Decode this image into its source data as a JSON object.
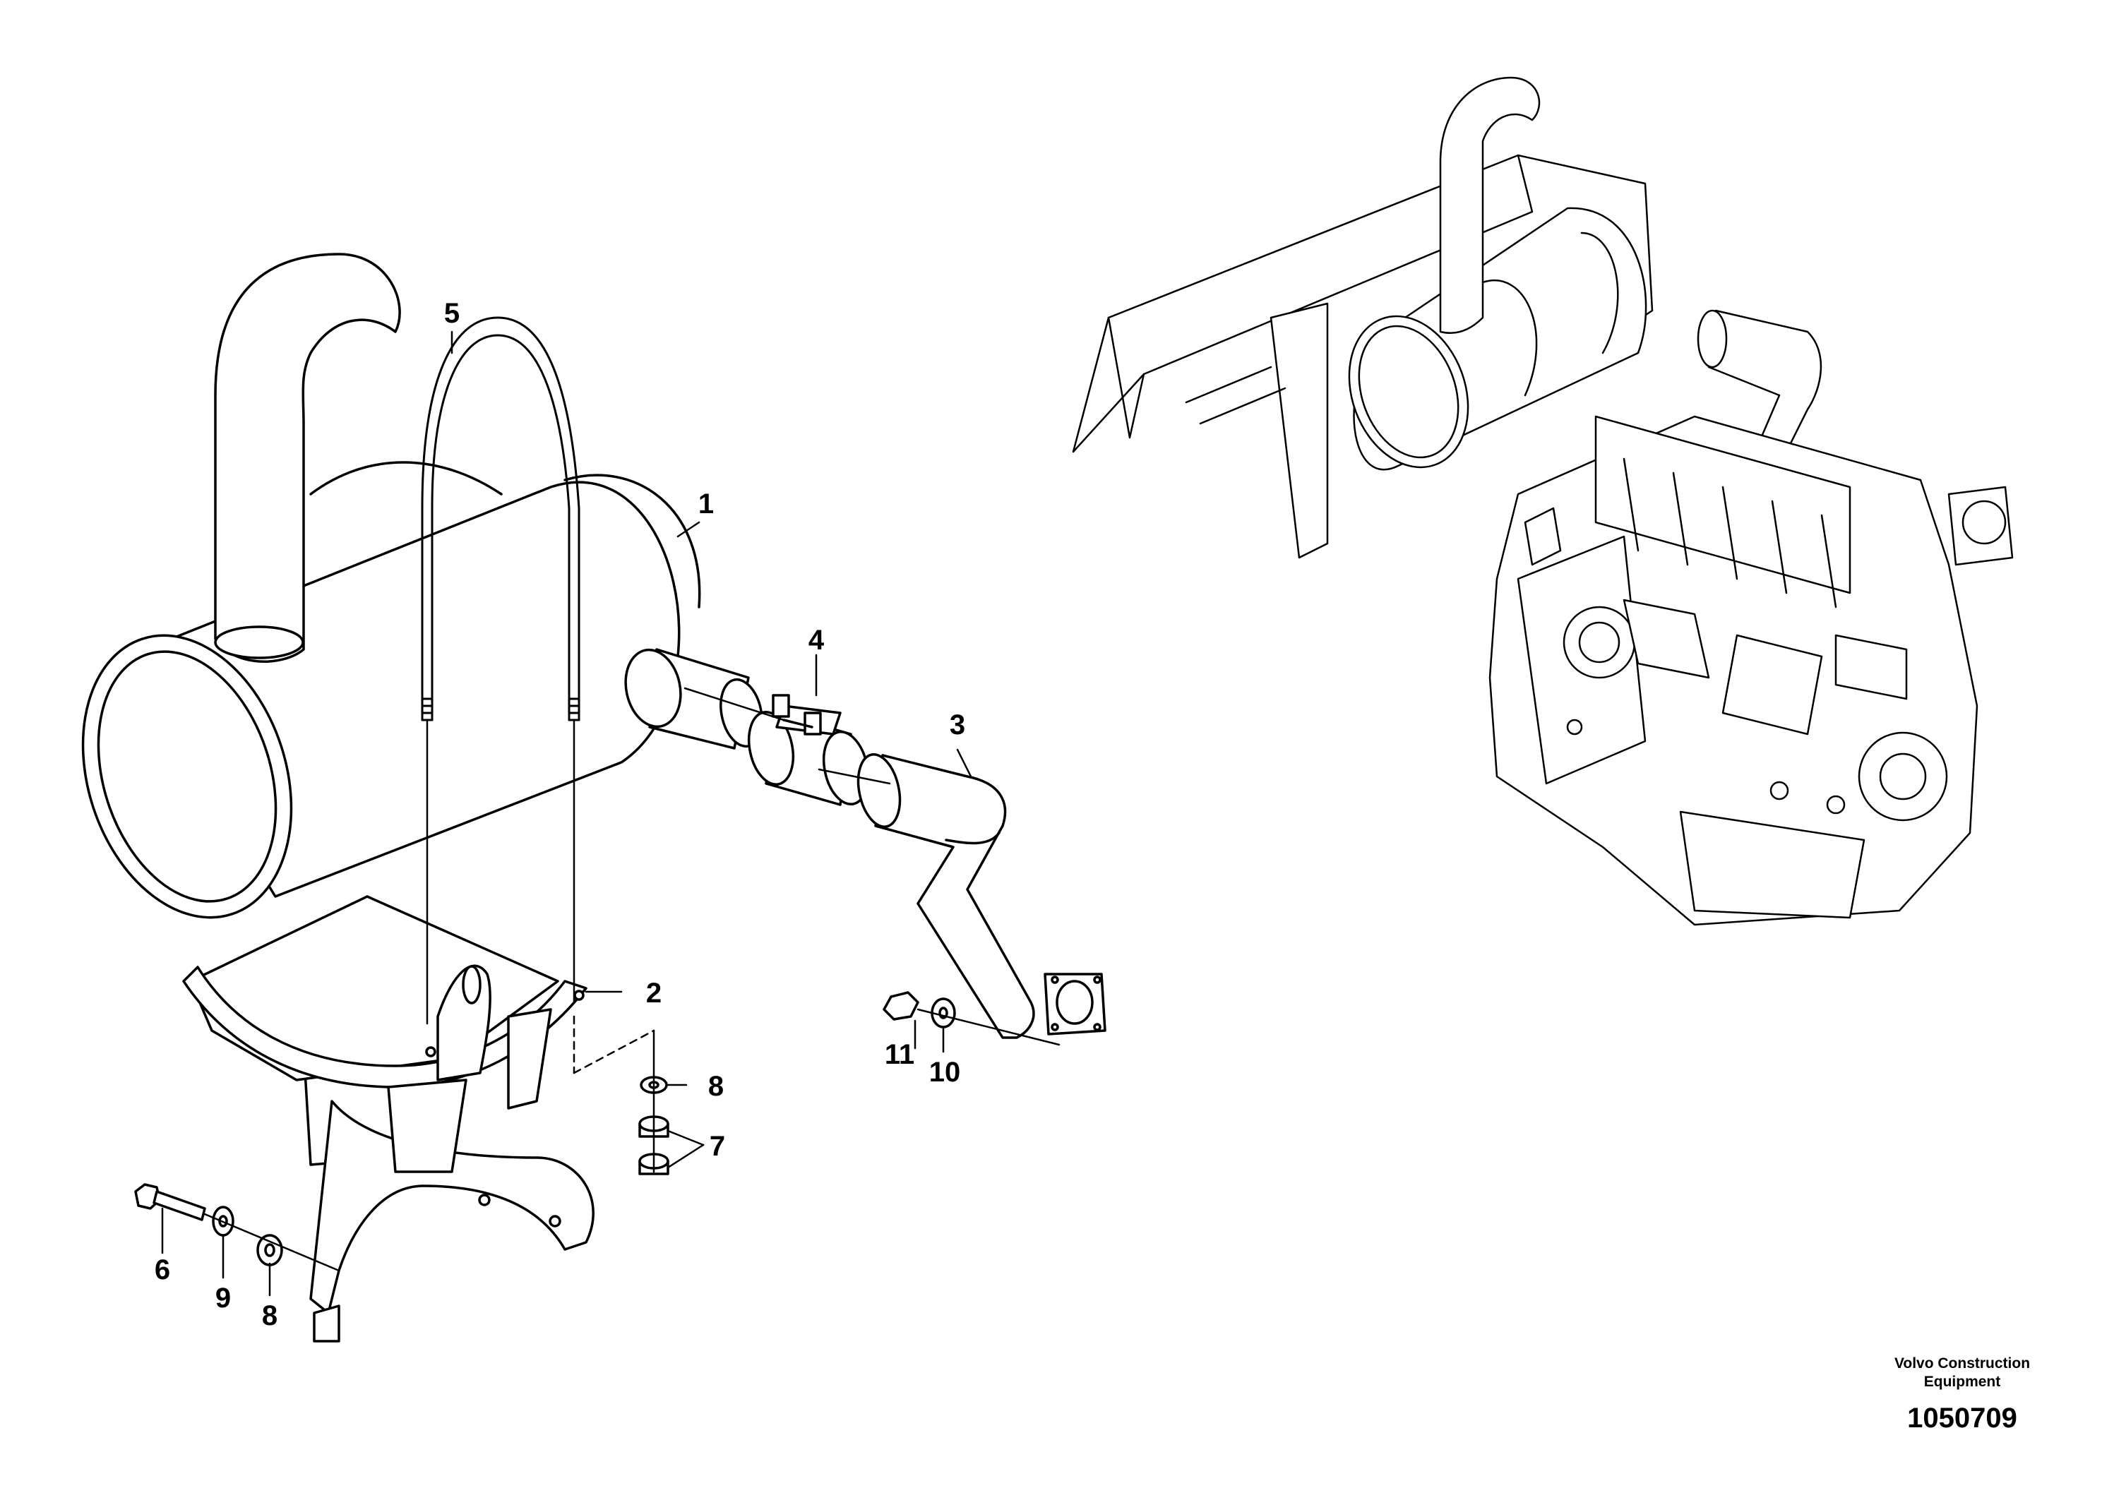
{
  "callouts": [
    {
      "id": "1",
      "label": "1"
    },
    {
      "id": "2",
      "label": "2"
    },
    {
      "id": "3",
      "label": "3"
    },
    {
      "id": "4",
      "label": "4"
    },
    {
      "id": "5",
      "label": "5"
    },
    {
      "id": "6",
      "label": "6"
    },
    {
      "id": "7",
      "label": "7"
    },
    {
      "id": "8a",
      "label": "8"
    },
    {
      "id": "8b",
      "label": "8"
    },
    {
      "id": "9",
      "label": "9"
    },
    {
      "id": "10",
      "label": "10"
    },
    {
      "id": "11",
      "label": "11"
    }
  ],
  "footer": {
    "brand_line1": "Volvo Construction",
    "brand_line2": "Equipment",
    "drawing_number": "1050709"
  }
}
